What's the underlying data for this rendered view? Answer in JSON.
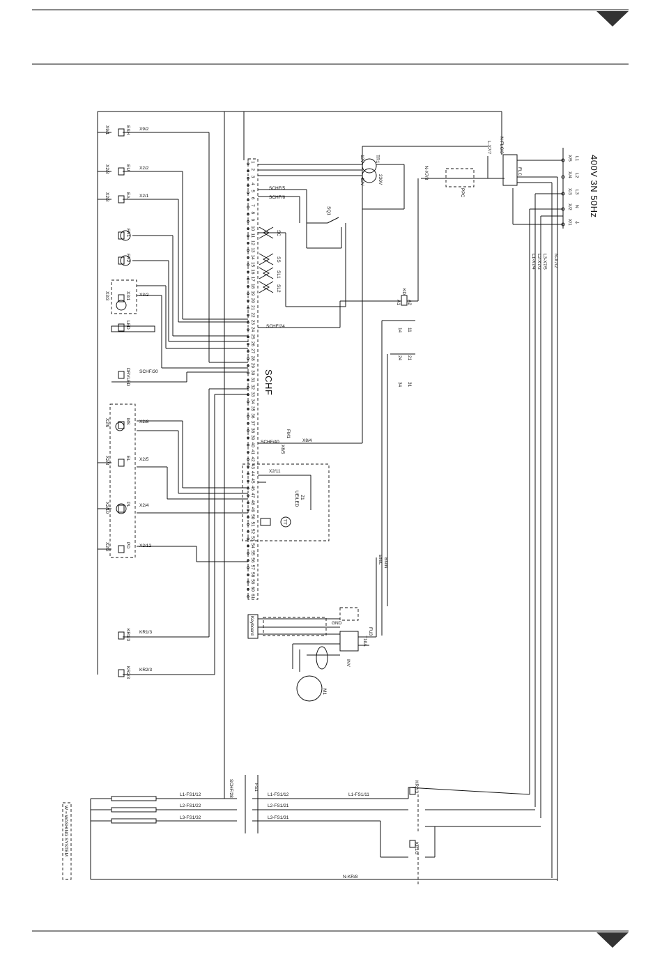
{
  "supply": {
    "text": "400V 3N 50Hz",
    "terminals": [
      "L1",
      "L2",
      "L3",
      "N",
      "⏚"
    ],
    "refs": [
      "X/5",
      "X/4",
      "X/3",
      "X/2",
      "X/1"
    ]
  },
  "main_board": {
    "name": "SCHF",
    "terminals": [
      "1",
      "2",
      "3",
      "4",
      "5",
      "6",
      "7",
      "8",
      "9",
      "10",
      "11",
      "12",
      "13",
      "14",
      "15",
      "16",
      "17",
      "18",
      "19",
      "20",
      "21",
      "22",
      "23",
      "24",
      "25",
      "26",
      "27",
      "28",
      "29",
      "30",
      "31",
      "32",
      "33",
      "34",
      "35",
      "36",
      "37",
      "38",
      "39",
      "40",
      "41",
      "42",
      "43",
      "44",
      "45",
      "46",
      "47",
      "48",
      "49",
      "50",
      "51",
      "52",
      "53",
      "54",
      "55",
      "56",
      "57",
      "58",
      "59",
      "60",
      "61"
    ]
  },
  "keyboard_label": "Keyboard",
  "left_components": [
    {
      "name": "ESH",
      "label": "X9/2",
      "ref": "X9/1"
    },
    {
      "name": "EU",
      "label": "X2/2",
      "ref": "X2/3"
    },
    {
      "name": "EA",
      "label": "X2/1",
      "ref": "X2/3"
    },
    {
      "name": "FR1",
      "label": "",
      "ref": ""
    },
    {
      "name": "FR2",
      "label": "",
      "ref": ""
    },
    {
      "name": "X3/1",
      "label": "X3/2",
      "ref": "X3/3"
    },
    {
      "name": "LED",
      "label": "",
      "ref": ""
    },
    {
      "name": "DRVLED",
      "label": "SCHF/30",
      "ref": ""
    },
    {
      "name": "MS",
      "label": "X2/8",
      "ref": "X2/9"
    },
    {
      "name": "EL",
      "label": "X2/5",
      "ref": "X2/3"
    },
    {
      "name": "PL",
      "label": "X2/4",
      "ref": "X2/10"
    },
    {
      "name": "PD",
      "label": "X2/12",
      "ref": "X2/3"
    },
    {
      "name": "KR1/3",
      "label": "KR1/3",
      "ref": ""
    },
    {
      "name": "KR2/3",
      "label": "KR2/3",
      "ref": ""
    }
  ],
  "labels": {
    "tr1": "TR1",
    "v12a": "12V",
    "v12b": "12V",
    "v230": "230V",
    "schf5": "SCHF/5",
    "schf6": "SCHF/6",
    "schf24": "SCHF/24",
    "schf40": "SCHF/40",
    "sq1": "SQ1",
    "sc": "SC",
    "ss": "SS",
    "sl1": "SL1",
    "sl2": "SL2",
    "kd": "KD",
    "a1": "A1",
    "a2": "A2",
    "k14": "14",
    "k11": "11",
    "k24": "24",
    "k21": "21",
    "k34": "34",
    "k31": "31",
    "flc": "FLC",
    "ppc": "PPC",
    "x77": "L-X7/7",
    "nflc": "N-FLC/3",
    "nx78": "N-X7/8",
    "lx74": "L1-X7/4",
    "lx73": "L2-X7/3",
    "lx75": "L3-X7/5",
    "nx72": "N-X7/2",
    "fm1": "FM1",
    "x84": "X8/4",
    "x85": "X8/5",
    "x211": "X2/11",
    "z1": "Z1",
    "ueled": "UE/LED",
    "tt": "TT",
    "inv": "INV",
    "fu3": "FU3",
    "t10a": "T10A",
    "m1": "M1",
    "bn": "BN/N",
    "bnl": "BN/L",
    "gnd": "GND",
    "kr1": "KR1/3",
    "kr2": "KR2/3",
    "schf28": "SCHF/28",
    "fs1": "FS1",
    "l1fs112": "L1-FS1/12",
    "l2fs122": "L2-FS1/22",
    "l3fs132": "L3-FS1/32",
    "l1fs112b": "L1-FS1/12",
    "l1fs111": "L1-FS1/11",
    "l2fs121": "L2-FS1/21",
    "l3fs131": "L3-FS1/31",
    "nkr8": "N-KR/8",
    "kr23": "KR2/3",
    "kr13": "KR1/3",
    "legend": "W = WASHING SYSTEM"
  }
}
